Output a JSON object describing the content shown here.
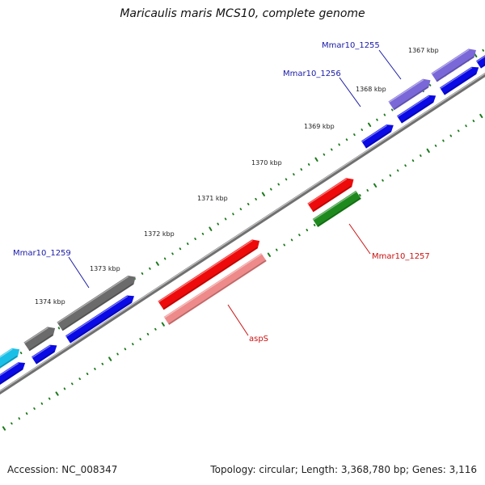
{
  "header": {
    "title": "Maricaulis maris MCS10, complete genome"
  },
  "footer": {
    "accession": "Accession: NC_008347",
    "summary": "Topology: circular; Length: 3,368,780 bp; Genes: 3,116"
  },
  "ticks": [
    {
      "label": "1367 kbp"
    },
    {
      "label": "1368 kbp"
    },
    {
      "label": "1369 kbp"
    },
    {
      "label": "1370 kbp"
    },
    {
      "label": "1371 kbp"
    },
    {
      "label": "1372 kbp"
    },
    {
      "label": "1373 kbp"
    },
    {
      "label": "1374 kbp"
    }
  ],
  "gene_labels": [
    {
      "name": "Mmar10_1255",
      "color": "#1a1aa8"
    },
    {
      "name": "Mmar10_1256",
      "color": "#1a1aa8"
    },
    {
      "name": "Mmar10_1259",
      "color": "#1a1aa8"
    },
    {
      "name": "Mmar10_1257",
      "color": "#cc1111"
    },
    {
      "name": "aspS",
      "color": "#cc1111"
    }
  ],
  "colors": {
    "blue_cds": "#0a0ae6",
    "purple_cds": "#7a68d8",
    "grey_cds": "#6b6b6b",
    "cyan_cds": "#19bfe6",
    "red_cds": "#ee0a0a",
    "pink_cds": "#ee8a8a",
    "green_cds": "#1e8a1e",
    "backbone": "#8c8c8c",
    "dots": "#1b7a1b"
  }
}
